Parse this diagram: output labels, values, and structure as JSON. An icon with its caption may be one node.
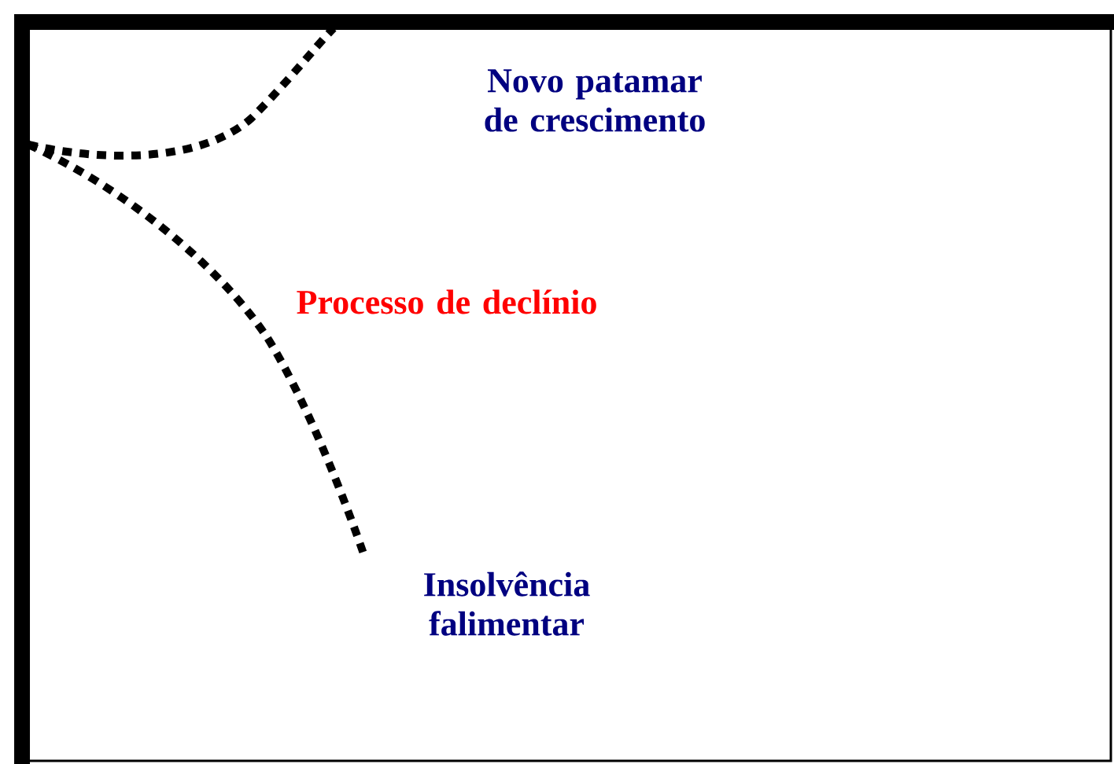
{
  "diagram": {
    "labels": [
      "Novo patamar de crescimento",
      "Processo de declínio",
      "Insolvência falimentar"
    ]
  }
}
